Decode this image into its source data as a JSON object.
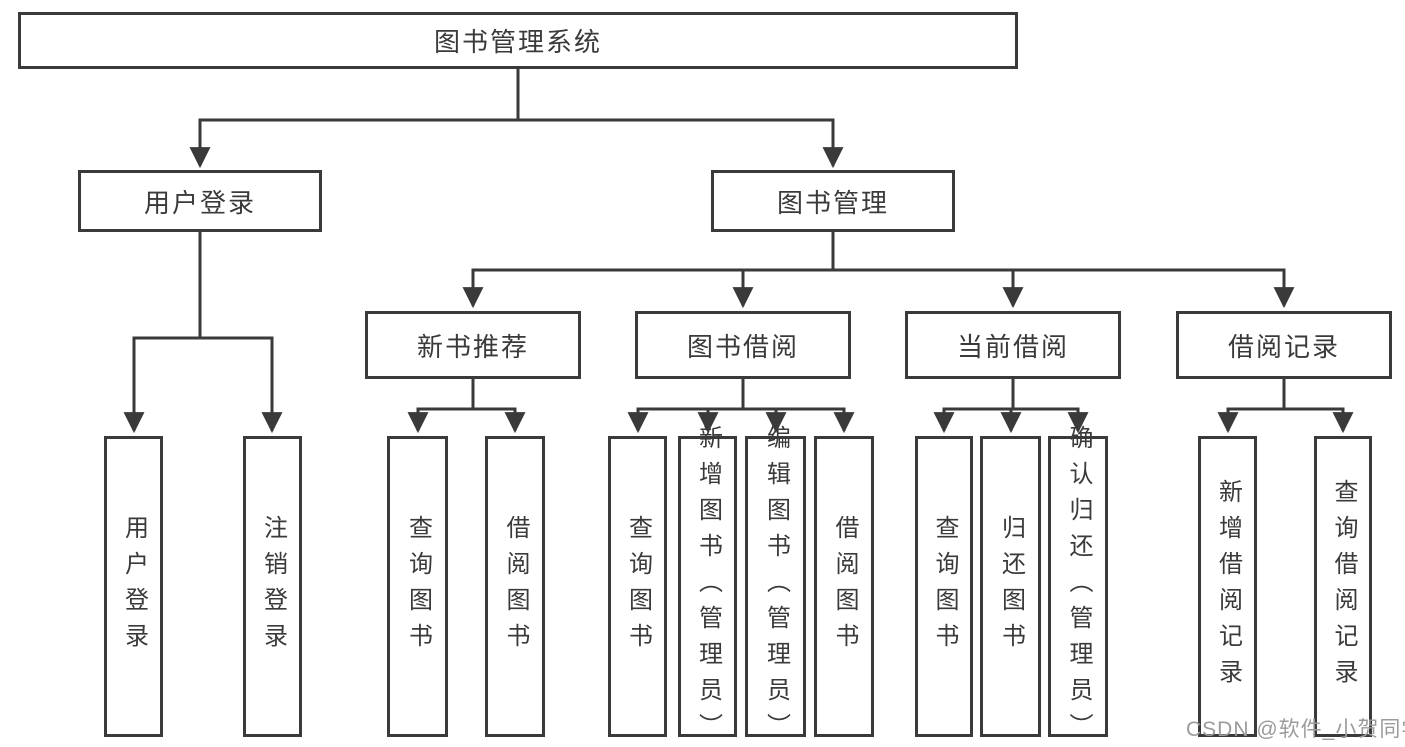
{
  "diagram": {
    "title": "图书管理系统",
    "level2": {
      "user_login": "用户登录",
      "book_mgmt": "图书管理"
    },
    "level3": {
      "new_books": "新书推荐",
      "book_borrow": "图书借阅",
      "current_borrow": "当前借阅",
      "borrow_records": "借阅记录"
    },
    "leaves": {
      "user_login_1": "用户登录",
      "user_login_2": "注销登录",
      "new_books_1": "查询图书",
      "new_books_2": "借阅图书",
      "book_borrow_1": "查询图书",
      "book_borrow_2": "新增图书（管理员）",
      "book_borrow_3": "编辑图书（管理员）",
      "book_borrow_4": "借阅图书",
      "current_borrow_1": "查询图书",
      "current_borrow_2": "归还图书",
      "current_borrow_3": "确认归还（管理员）",
      "borrow_records_1": "新增借阅记录",
      "borrow_records_2": "查询借阅记录"
    },
    "colors": {
      "line": "#3a3a3a",
      "box_border": "#3a3a3a",
      "text": "#3a3a3a",
      "background": "#ffffff",
      "watermark": "#9b9b9b"
    }
  },
  "watermark": "CSDN @软件_小贺同学"
}
